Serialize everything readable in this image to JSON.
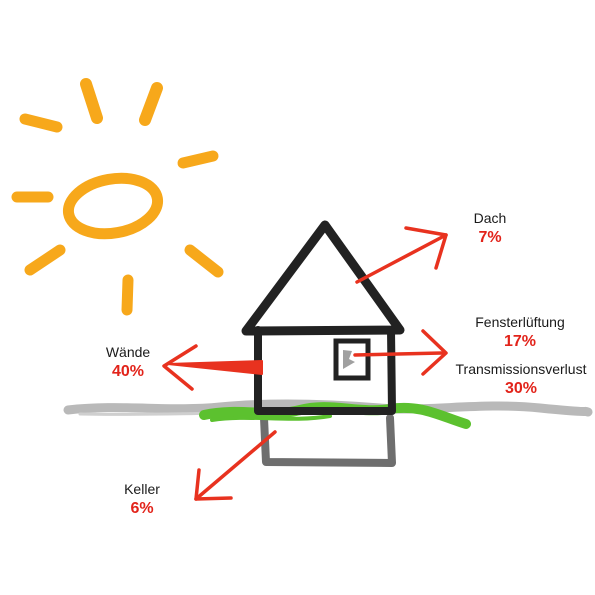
{
  "colors": {
    "sun": "#f7a81b",
    "house": "#222222",
    "basement": "#6e6e6e",
    "grass": "#5cc12f",
    "ground": "#b9b9b9",
    "arrow": "#e8321f",
    "percent": "#e2231a"
  },
  "icons": [
    "sun-icon",
    "house-icon",
    "window-icon"
  ],
  "labels": {
    "roof": {
      "name": "Dach",
      "pct": "7%"
    },
    "window": {
      "name": "Fensterlüftung",
      "pct": "17%"
    },
    "transmission": {
      "name": "Transmissionsverlust",
      "pct": "30%"
    },
    "walls": {
      "name": "Wände",
      "pct": "40%"
    },
    "basement": {
      "name": "Keller",
      "pct": "6%"
    }
  }
}
